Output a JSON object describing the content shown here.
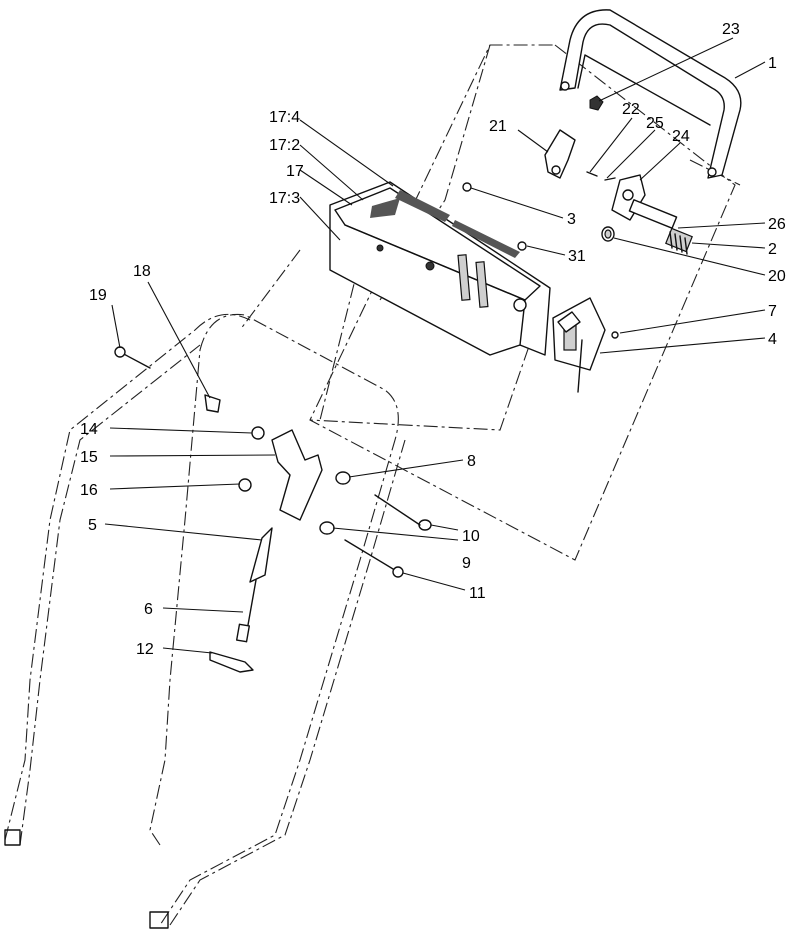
{
  "diagram": {
    "callouts": [
      {
        "id": "c1",
        "text": "1"
      },
      {
        "id": "c2",
        "text": "2"
      },
      {
        "id": "c3",
        "text": "3"
      },
      {
        "id": "c4",
        "text": "4"
      },
      {
        "id": "c5",
        "text": "5"
      },
      {
        "id": "c6",
        "text": "6"
      },
      {
        "id": "c7",
        "text": "7"
      },
      {
        "id": "c8",
        "text": "8"
      },
      {
        "id": "c9",
        "text": "9"
      },
      {
        "id": "c10",
        "text": "10"
      },
      {
        "id": "c11",
        "text": "11"
      },
      {
        "id": "c12",
        "text": "12"
      },
      {
        "id": "c14",
        "text": "14"
      },
      {
        "id": "c15",
        "text": "15"
      },
      {
        "id": "c16",
        "text": "16"
      },
      {
        "id": "c17",
        "text": "17"
      },
      {
        "id": "c17_2",
        "text": "17:2"
      },
      {
        "id": "c17_3",
        "text": "17:3"
      },
      {
        "id": "c17_4",
        "text": "17:4"
      },
      {
        "id": "c18",
        "text": "18"
      },
      {
        "id": "c19",
        "text": "19"
      },
      {
        "id": "c20",
        "text": "20"
      },
      {
        "id": "c21",
        "text": "21"
      },
      {
        "id": "c22",
        "text": "22"
      },
      {
        "id": "c23",
        "text": "23"
      },
      {
        "id": "c24",
        "text": "24"
      },
      {
        "id": "c25",
        "text": "25"
      },
      {
        "id": "c26",
        "text": "26"
      },
      {
        "id": "c31",
        "text": "31"
      }
    ]
  }
}
